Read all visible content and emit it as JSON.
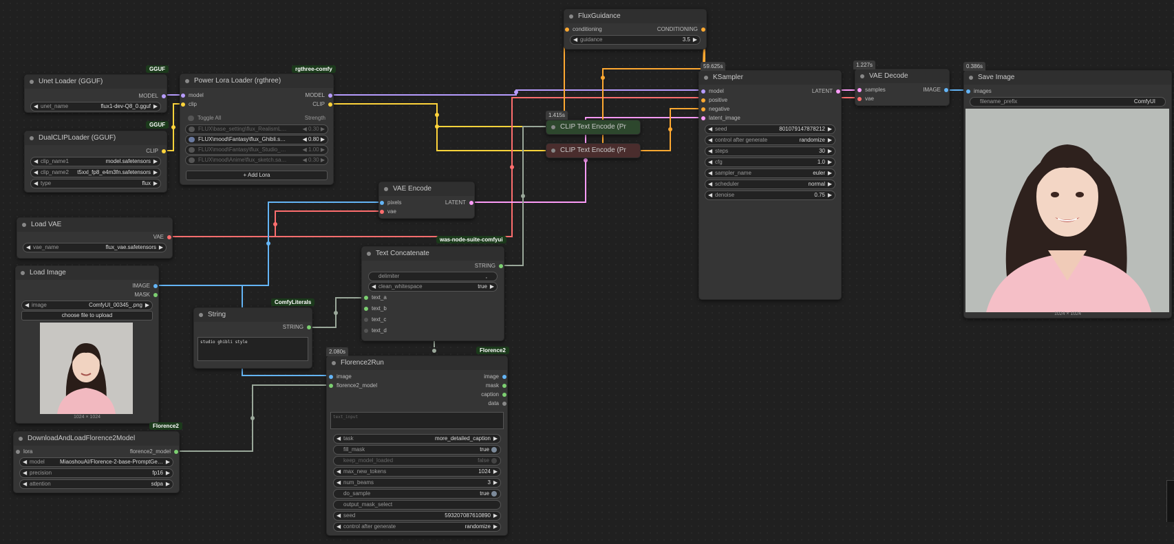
{
  "colors": {
    "model": "#b79cff",
    "clip": "#ffd43b",
    "vae": "#ff6e6e",
    "latent": "#ff9cf9",
    "image": "#64b5f6",
    "conditioning": "#ffa931",
    "string": "#7ccf71"
  },
  "badges": {
    "gguf1": "GGUF",
    "gguf2": "GGUF",
    "rgthree": "rgthree-comfy",
    "was": "was-node-suite-comfyui",
    "literals": "ComfyLiterals",
    "florence1": "Florence2",
    "florence2": "Florence2"
  },
  "times": {
    "ksampler": "59.625s",
    "vaedecode": "1.227s",
    "saveimage": "0.386s",
    "clipencode": "1.415s",
    "florence": "2.080s"
  },
  "unet": {
    "title": "Unet Loader (GGUF)",
    "out": "MODEL",
    "w_label": "unet_name",
    "w_value": "flux1-dev-Q8_0.gguf"
  },
  "dualclip": {
    "title": "DualCLIPLoader (GGUF)",
    "out": "CLIP",
    "w1_label": "clip_name1",
    "w1_value": "model.safetensors",
    "w2_label": "clip_name2",
    "w2_value": "t5xxl_fp8_e4m3fn.safetensors",
    "w3_label": "type",
    "w3_value": "flux"
  },
  "lora": {
    "title": "Power Lora Loader (rgthree)",
    "in_model": "model",
    "in_clip": "clip",
    "out_model": "MODEL",
    "out_clip": "CLIP",
    "toggle_all": "Toggle All",
    "strength": "Strength",
    "items": [
      {
        "name": "FLUX\\base_setting\\flux_RealismLora.safetensors",
        "strength": "0.30"
      },
      {
        "name": "FLUX\\mood\\Fantasy\\flux_Ghibli.safetensors",
        "strength": "0.80"
      },
      {
        "name": "FLUX\\mood\\Fantasy\\flux_Studio_Ghibli.safetensors",
        "strength": "1.00"
      },
      {
        "name": "FLUX\\mood\\Anime\\flux_sketch.safetensors",
        "strength": "0.30"
      }
    ],
    "add": "+ Add Lora"
  },
  "fluxguidance": {
    "title": "FluxGuidance",
    "in": "conditioning",
    "out": "CONDITIONING",
    "w_label": "guidance",
    "w_value": "3.5"
  },
  "clippos": {
    "title": "CLIP Text Encode (Pr"
  },
  "clipneg": {
    "title": "CLIP Text Encode (Pr"
  },
  "vaeencode": {
    "title": "VAE Encode",
    "in1": "pixels",
    "in2": "vae",
    "out": "LATENT"
  },
  "loadvae": {
    "title": "Load VAE",
    "out": "VAE",
    "w_label": "vae_name",
    "w_value": "flux_vae.safetensors"
  },
  "loadimage": {
    "title": "Load Image",
    "out1": "IMAGE",
    "out2": "MASK",
    "w_label": "image",
    "w_value": "ComfyUI_00345_.png",
    "upload": "choose file to upload",
    "dims": "1024 × 1024"
  },
  "textconcat": {
    "title": "Text Concatenate",
    "out": "STRING",
    "delim_label": "delimiter",
    "delim_value": ",",
    "clean_label": "clean_whitespace",
    "clean_value": "true",
    "in1": "text_a",
    "in2": "text_b",
    "in3": "text_c",
    "in4": "text_d"
  },
  "string": {
    "title": "String",
    "out": "STRING",
    "text": "studio ghibli style"
  },
  "florence": {
    "title": "Florence2Run",
    "in1": "image",
    "in2": "florence2_model",
    "out1": "image",
    "out2": "mask",
    "out3": "caption",
    "out4": "data",
    "text_placeholder": "text_input",
    "widgets": [
      {
        "label": "task",
        "value": "more_detailed_caption",
        "type": "combo"
      },
      {
        "label": "fill_mask",
        "value": "true",
        "type": "toggle"
      },
      {
        "label": "keep_model_loaded",
        "value": "false",
        "type": "toggle-off"
      },
      {
        "label": "max_new_tokens",
        "value": "1024",
        "type": "combo"
      },
      {
        "label": "num_beams",
        "value": "3",
        "type": "combo"
      },
      {
        "label": "do_sample",
        "value": "true",
        "type": "toggle"
      },
      {
        "label": "output_mask_select",
        "value": "",
        "type": "text"
      },
      {
        "label": "seed",
        "value": "593207087610890",
        "type": "combo"
      },
      {
        "label": "control after generate",
        "value": "randomize",
        "type": "combo"
      }
    ]
  },
  "download": {
    "title": "DownloadAndLoadFlorence2Model",
    "in": "lora",
    "out": "florence2_model",
    "widgets": [
      {
        "label": "model",
        "value": "MiaoshouAI/Florence-2-base-PromptGen-v..."
      },
      {
        "label": "precision",
        "value": "fp16"
      },
      {
        "label": "attention",
        "value": "sdpa"
      }
    ]
  },
  "ksampler": {
    "title": "KSampler",
    "in1": "model",
    "in2": "positive",
    "in3": "negative",
    "in4": "latent_image",
    "out": "LATENT",
    "widgets": [
      {
        "label": "seed",
        "value": "801079147878212"
      },
      {
        "label": "control after generate",
        "value": "randomize"
      },
      {
        "label": "steps",
        "value": "30"
      },
      {
        "label": "cfg",
        "value": "1.0"
      },
      {
        "label": "sampler_name",
        "value": "euler"
      },
      {
        "label": "scheduler",
        "value": "normal"
      },
      {
        "label": "denoise",
        "value": "0.75"
      }
    ]
  },
  "vaedecode": {
    "title": "VAE Decode",
    "in1": "samples",
    "in2": "vae",
    "out": "IMAGE"
  },
  "saveimage": {
    "title": "Save Image",
    "in": "images",
    "w_label": "filename_prefix",
    "w_value": "ComfyUI",
    "dims": "1024 × 1024"
  }
}
